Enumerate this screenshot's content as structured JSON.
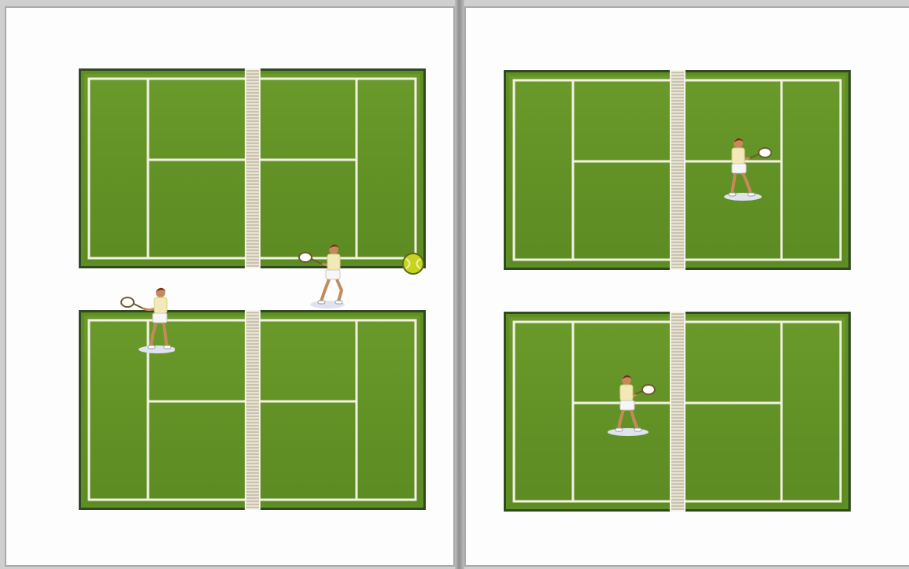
{
  "figure": {
    "pages": [
      {
        "id": "left",
        "courts": 2,
        "players": 2,
        "ball": true
      },
      {
        "id": "right",
        "courts": 2,
        "players": 2,
        "ball": false
      }
    ],
    "colors": {
      "court_grass": "#5f8f24",
      "court_border": "#2f4a1e",
      "lines": "#f4f1e4",
      "net": "#e6e0d0",
      "ball": "#c8d321",
      "shirt": "#f1e9b8",
      "skin": "#c58a5a",
      "hair": "#7a2a1a"
    },
    "icons": [
      "tennis-player-icon",
      "tennis-ball-icon",
      "tennis-court",
      "tennis-net"
    ]
  }
}
